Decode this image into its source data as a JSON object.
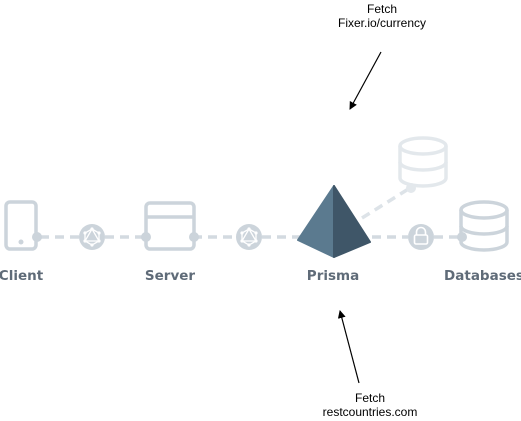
{
  "nodes": {
    "client": "Client",
    "server": "Server",
    "prisma": "Prisma",
    "databases": "Databases"
  },
  "notes": {
    "top": {
      "line1": "Fetch",
      "line2": "Fixer.io/currency"
    },
    "bottom": {
      "line1": "Fetch",
      "line2": "restcountries.com"
    }
  },
  "icons": {
    "client": "mobile-phone-icon",
    "server": "browser-window-icon",
    "graphql_left": "graphql-icon",
    "graphql_right": "graphql-icon",
    "prisma": "prisma-logo-icon",
    "lock": "lock-icon",
    "database_faded": "database-icon",
    "database_main": "database-icon"
  },
  "colors": {
    "icon_gray": "#ccd4db",
    "connector_dash": "#d3dae0",
    "label_gray": "#5f6b78",
    "prisma_light": "#5b7a8f",
    "prisma_dark": "#3f5668",
    "arrow": "#000000"
  }
}
